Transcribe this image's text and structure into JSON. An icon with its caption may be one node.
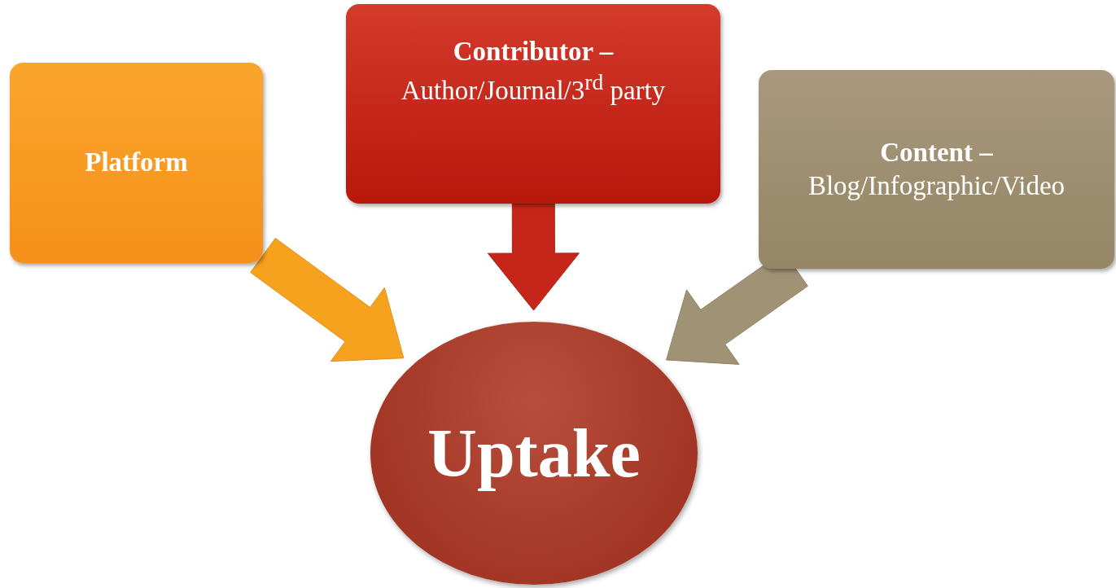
{
  "diagram": {
    "nodes": [
      {
        "text": [
          "Platform"
        ]
      },
      {
        "text": [
          "Contributor –",
          "Author/Journal/3$^{rd}$ party"
        ]
      },
      {
        "text": [
          "Content –",
          "Blog/Infographic/Video"
        ]
      },
      {
        "text": [
          "Uptake"
        ]
      }
    ],
    "edges": [
      {
        "from": 0,
        "to": 3,
        "arrow": "to",
        "style": "thick",
        "color": "#f7a21e"
      },
      {
        "from": 1,
        "to": 3,
        "arrow": "to",
        "style": "thick",
        "color": "#c62619"
      },
      {
        "from": 2,
        "to": 3,
        "arrow": "to",
        "style": "thick",
        "color": "#a09274"
      }
    ]
  }
}
